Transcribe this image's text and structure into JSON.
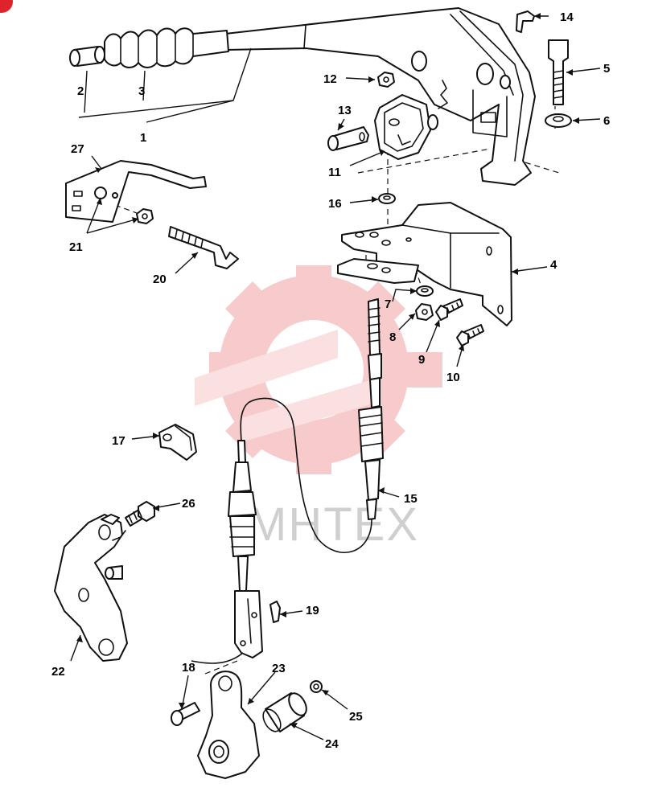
{
  "diagram": {
    "watermark_text": "MHTEX",
    "colors": {
      "ink": "#111111",
      "watermark": "#f1a3a3",
      "corner_badge": "#e0232a"
    },
    "callouts": [
      "1",
      "2",
      "3",
      "4",
      "5",
      "6",
      "7",
      "8",
      "9",
      "10",
      "11",
      "12",
      "13",
      "14",
      "15",
      "16",
      "17",
      "18",
      "19",
      "20",
      "21",
      "22",
      "23",
      "24",
      "25",
      "26",
      "27"
    ]
  }
}
